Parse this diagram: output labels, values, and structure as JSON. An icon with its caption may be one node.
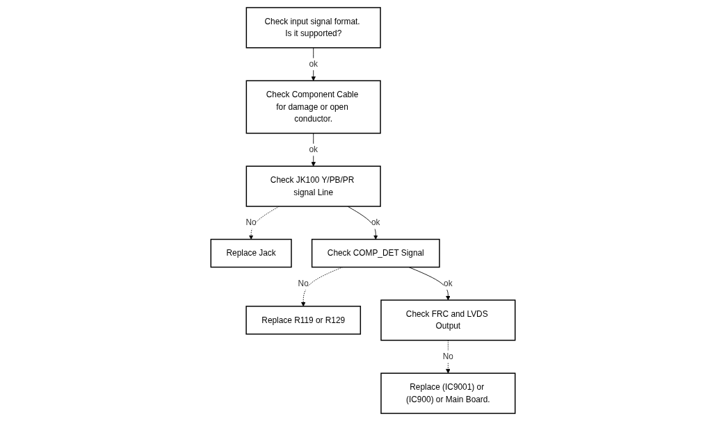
{
  "diagram": {
    "nodes": [
      {
        "text": [
          "Check input signal format. Is it supported?"
        ]
      },
      {
        "text": [
          "Check Component Cable for damage or open conductor."
        ]
      },
      {
        "text": [
          "Check JK100 Y/PB/PR signal Line"
        ]
      },
      {
        "text": [
          "Replace Jack"
        ]
      },
      {
        "text": [
          "Check COMP_DET Signal"
        ]
      },
      {
        "text": [
          "Replace R119 or R129"
        ]
      },
      {
        "text": [
          "Check FRC and LVDS Output"
        ]
      },
      {
        "text": [
          "Replace (IC9001) or (IC900) or Main Board."
        ]
      }
    ],
    "edges": [
      {
        "from": 0,
        "to": 1,
        "arrow": "to",
        "label": "ok"
      },
      {
        "from": 1,
        "to": 2,
        "arrow": "to",
        "label": "ok"
      },
      {
        "from": 2,
        "to": 3,
        "arrow": "to",
        "label": "No",
        "style": "dashed"
      },
      {
        "from": 2,
        "to": 4,
        "arrow": "to",
        "label": "ok"
      },
      {
        "from": 4,
        "to": 5,
        "arrow": "to",
        "label": "No",
        "style": "dashed"
      },
      {
        "from": 4,
        "to": 6,
        "arrow": "to",
        "label": "ok"
      },
      {
        "from": 6,
        "to": 7,
        "arrow": "to",
        "label": "No",
        "style": "dashed"
      }
    ]
  }
}
